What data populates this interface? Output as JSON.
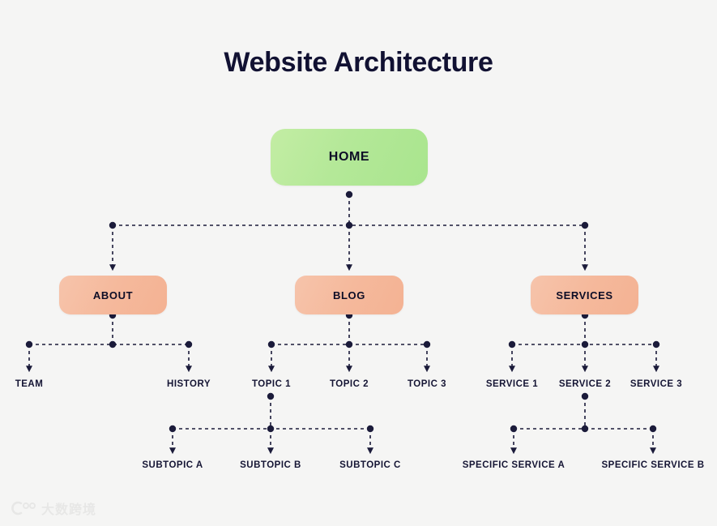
{
  "page": {
    "title": "Website Architecture",
    "background_color": "#f5f5f4",
    "text_color": "#111132"
  },
  "colors": {
    "home_node": "#b4e898",
    "level2_node": "#f5b99c",
    "connector": "#1b1b3a",
    "label": "#151534"
  },
  "diagram": {
    "type": "tree",
    "root": {
      "label": "HOME",
      "style": "green-rounded-box"
    },
    "level2": [
      {
        "label": "ABOUT",
        "style": "salmon-rounded-box"
      },
      {
        "label": "BLOG",
        "style": "salmon-rounded-box"
      },
      {
        "label": "SERVICES",
        "style": "salmon-rounded-box"
      }
    ],
    "level3": {
      "about": [
        "TEAM",
        "HISTORY"
      ],
      "blog": [
        "TOPIC 1",
        "TOPIC 2",
        "TOPIC 3"
      ],
      "services": [
        "SERVICE 1",
        "SERVICE 2",
        "SERVICE 3"
      ]
    },
    "level4": {
      "blog_topic2": [
        "SUBTOPIC A",
        "SUBTOPIC B",
        "SUBTOPIC C"
      ],
      "services_svc2": [
        "SPECIFIC SERVICE A",
        "SPECIFIC SERVICE B"
      ]
    }
  },
  "watermark": {
    "text": "大数跨境",
    "logo": "circle-dots-logo"
  }
}
